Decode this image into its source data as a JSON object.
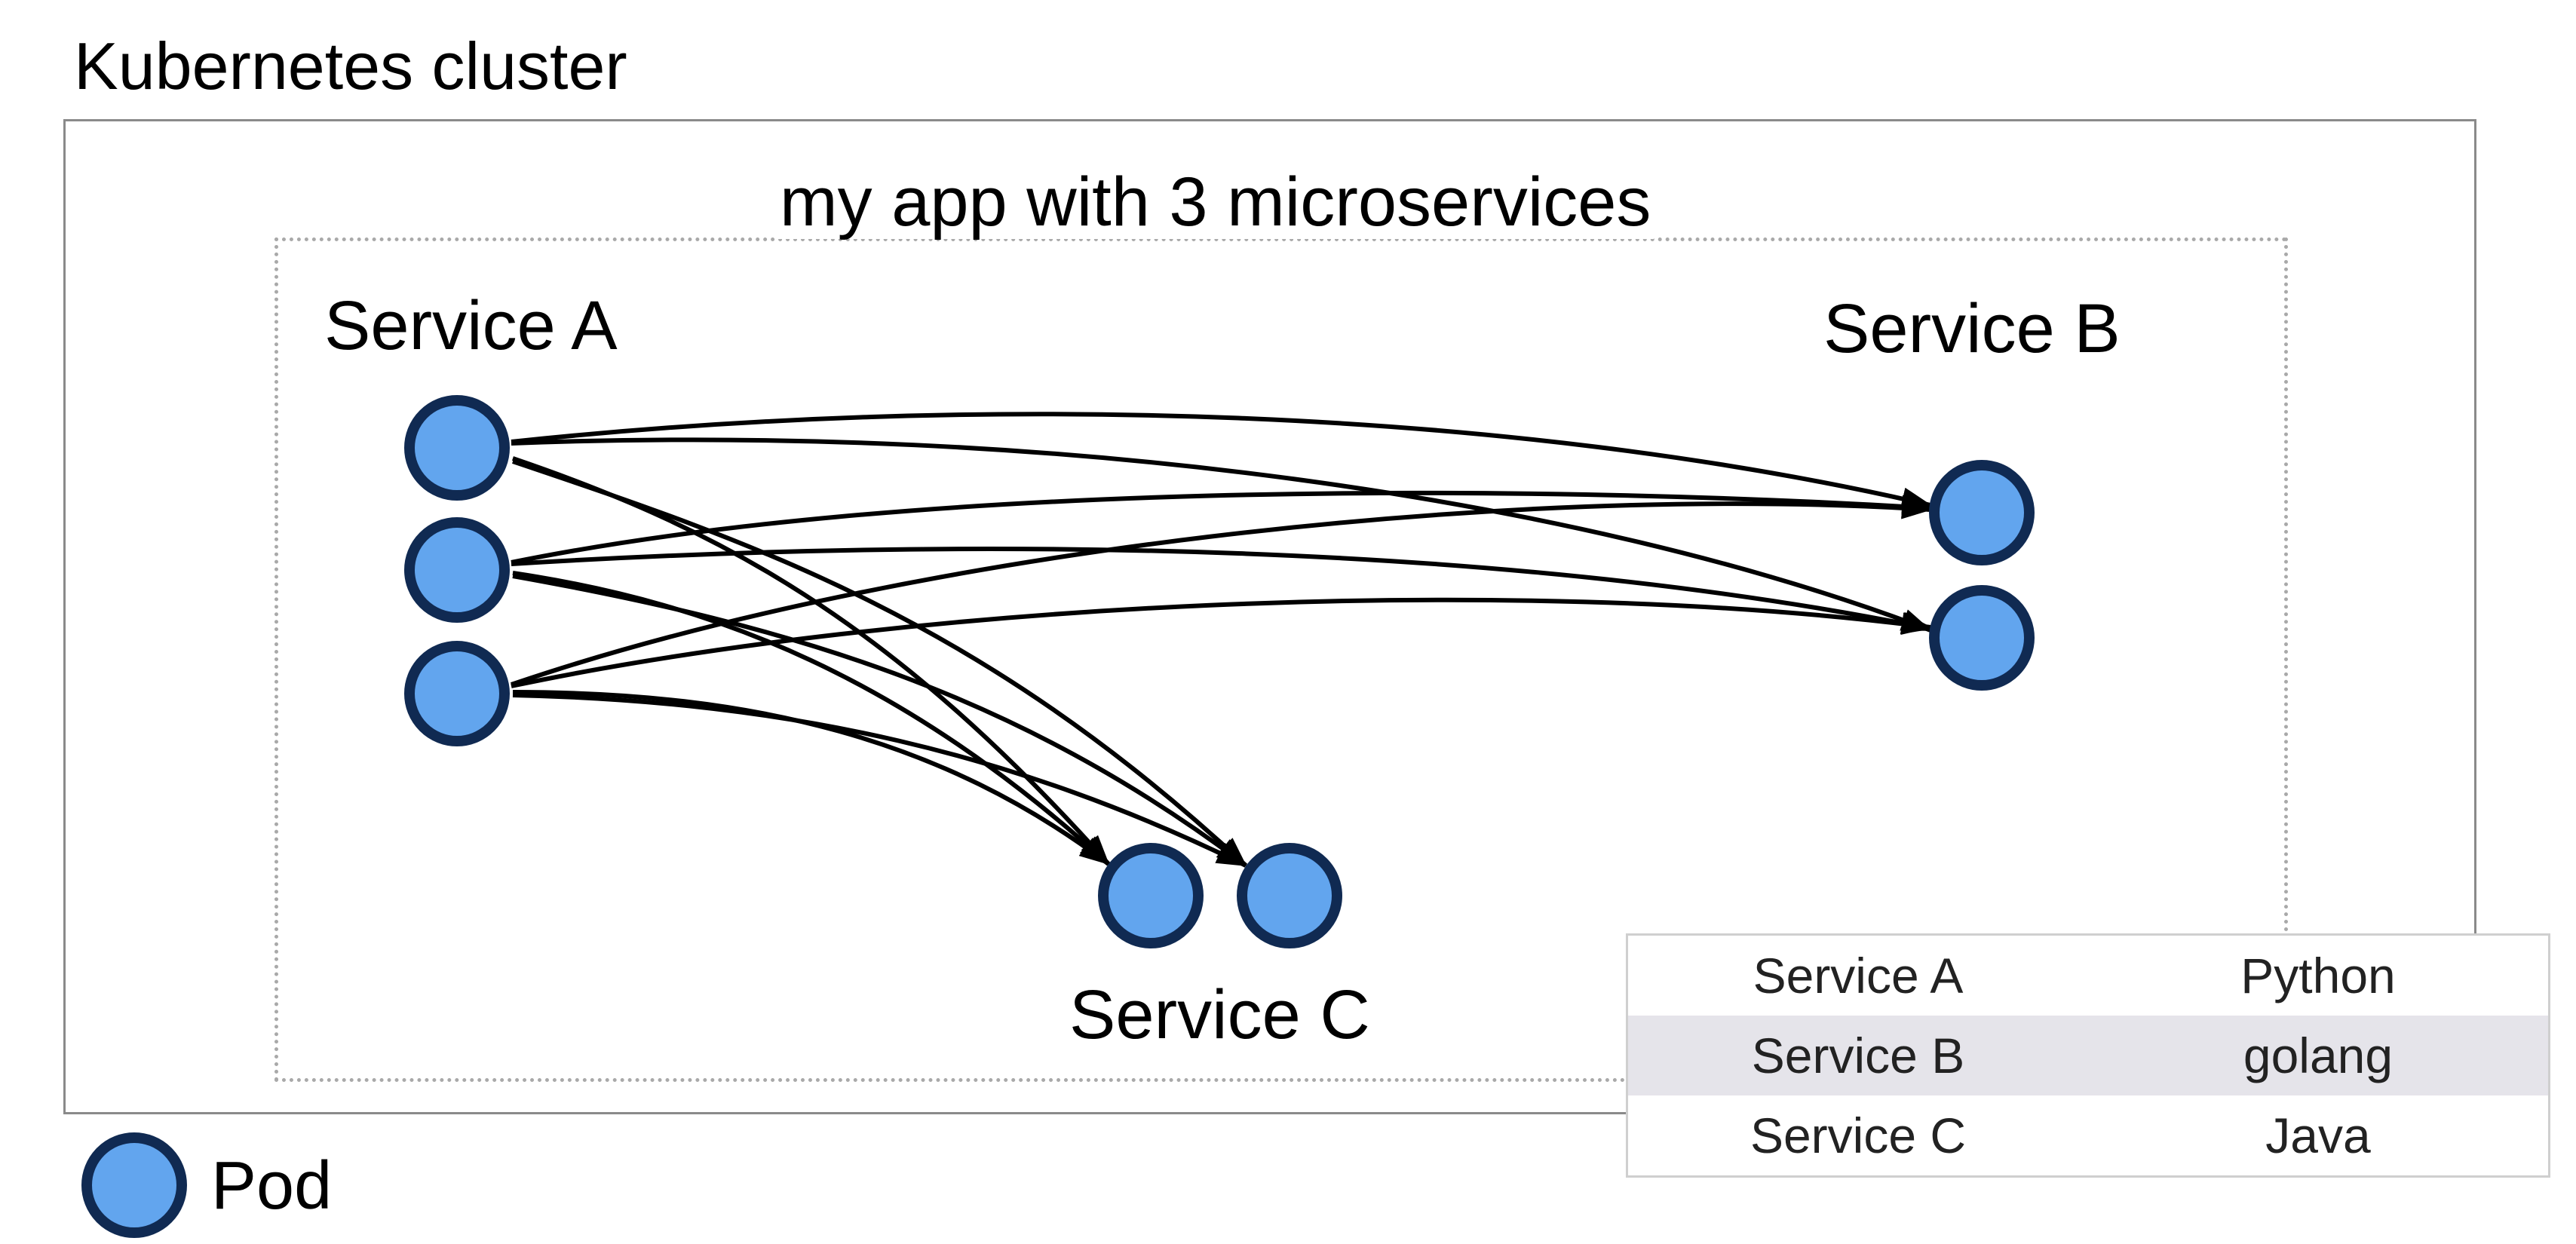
{
  "diagram": {
    "cluster_title": "Kubernetes cluster",
    "app_title": "my app with 3 microservices",
    "services": {
      "a": "Service A",
      "b": "Service B",
      "c": "Service C"
    },
    "legend": {
      "pod_label": "Pod"
    },
    "colors": {
      "pod_fill": "#62a5ee",
      "pod_stroke": "#102a52",
      "arrow": "#000000",
      "table_alt_row": "#e5e4ea"
    },
    "connections": [
      {
        "from": "Service A",
        "to": "Service B"
      },
      {
        "from": "Service A",
        "to": "Service C"
      }
    ]
  },
  "language_table": {
    "rows": [
      {
        "service": "Service A",
        "language": "Python"
      },
      {
        "service": "Service B",
        "language": "golang"
      },
      {
        "service": "Service C",
        "language": "Java"
      }
    ]
  }
}
